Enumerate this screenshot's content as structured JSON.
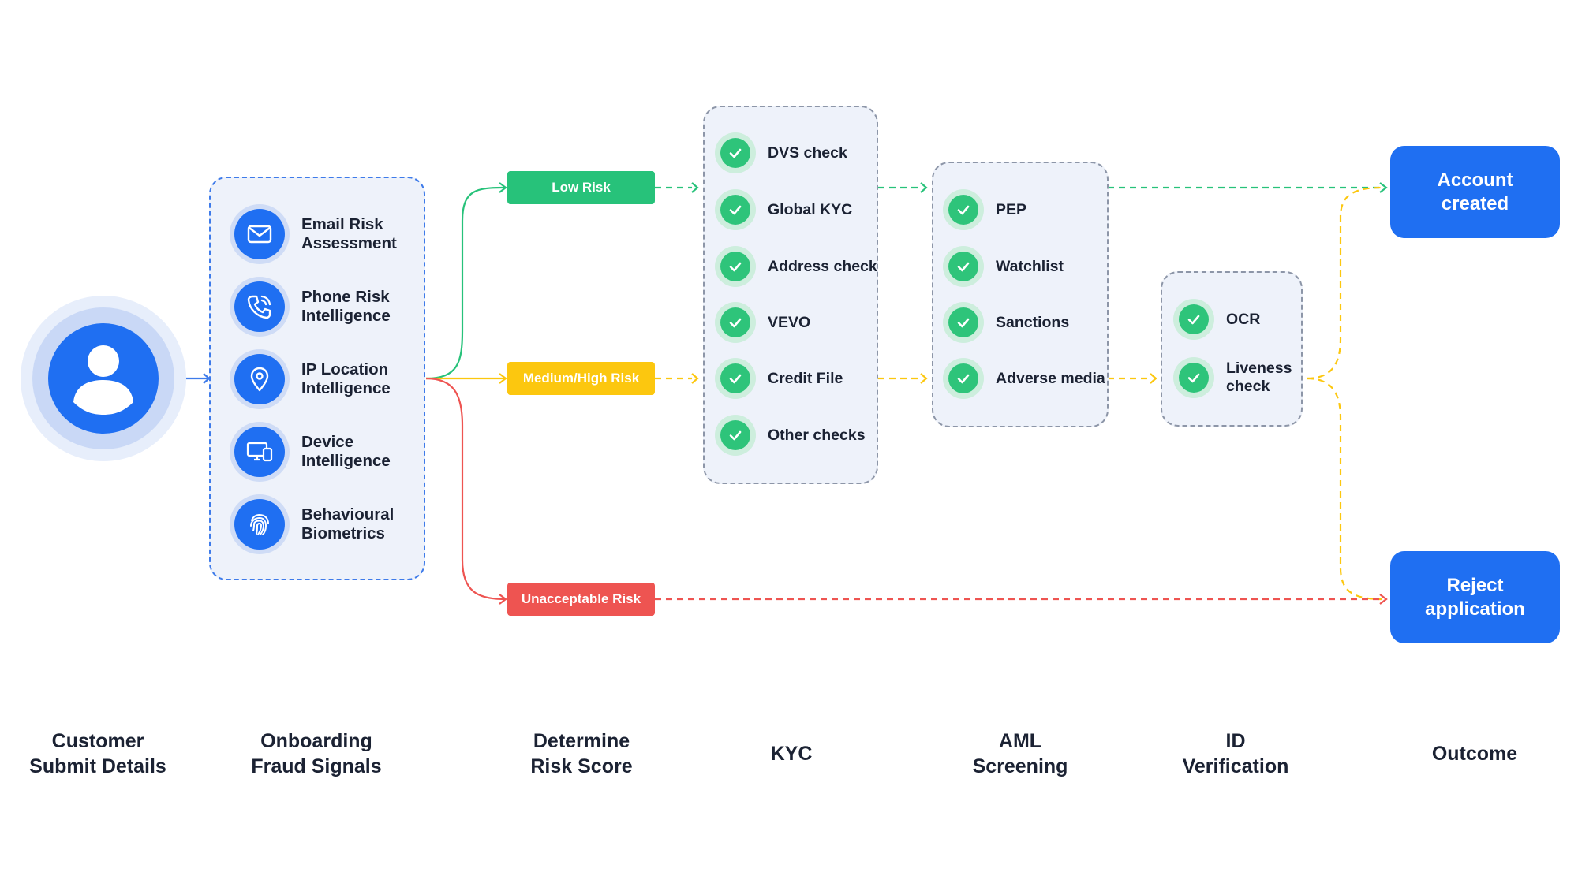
{
  "customer": {
    "avatar_icon": "user-icon"
  },
  "signals": [
    {
      "label": "Email Risk\nAssessment",
      "icon": "envelope-icon"
    },
    {
      "label": "Phone Risk\nIntelligence",
      "icon": "phone-icon"
    },
    {
      "label": "IP Location\nIntelligence",
      "icon": "location-pin-icon"
    },
    {
      "label": "Device\nIntelligence",
      "icon": "devices-icon"
    },
    {
      "label": "Behavioural\nBiometrics",
      "icon": "fingerprint-icon"
    }
  ],
  "risks": {
    "low": {
      "label": "Low Risk",
      "color": "#27c27a"
    },
    "medium": {
      "label": "Medium/High Risk",
      "color": "#fcc70f"
    },
    "unacceptable": {
      "label": "Unacceptable Risk",
      "color": "#ee5451"
    }
  },
  "kyc_checks": [
    "DVS check",
    "Global KYC",
    "Address check",
    "VEVO",
    "Credit File",
    "Other checks"
  ],
  "aml_checks": [
    "PEP",
    "Watchlist",
    "Sanctions",
    "Adverse media"
  ],
  "id_checks": [
    "OCR",
    "Liveness\ncheck"
  ],
  "outcomes": {
    "accept": "Account\ncreated",
    "reject": "Reject\napplication"
  },
  "stages": [
    "Customer\nSubmit Details",
    "Onboarding\nFraud Signals",
    "Determine\nRisk Score",
    "KYC",
    "AML\nScreening",
    "ID\nVerification",
    "Outcome"
  ],
  "colors": {
    "primary": "#1f6ff2",
    "check_green": "#2ec47a",
    "panel_bg": "#eef2fa"
  }
}
